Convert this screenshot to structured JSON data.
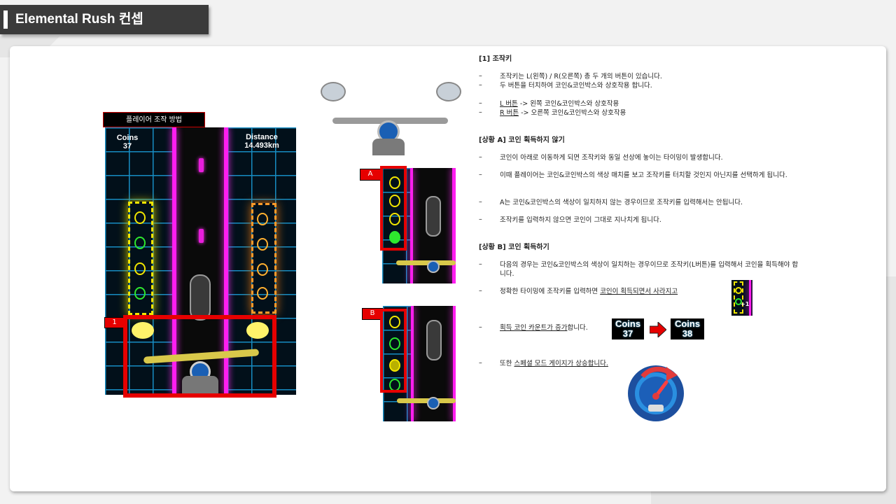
{
  "page_title": "Elemental Rush 컨셉",
  "illustration": {
    "label": "플레이어 조작 방법",
    "coins_label": "Coins",
    "coins_value": "37",
    "distance_label": "Distance",
    "distance_value": "14.493km",
    "tag_1": "1",
    "tag_a": "A",
    "tag_b": "B",
    "badge_before": {
      "label": "Coins",
      "value": "37"
    },
    "badge_after": {
      "label": "Coins",
      "value": "38"
    },
    "plus_one": "+1"
  },
  "colors": {
    "accent_red": "#e60000",
    "neon_magenta": "#ff1ef0",
    "grid_blue": "#1a9bd6",
    "coin_yellow": "#f2e600",
    "coin_green": "#2ee82e",
    "coin_orange": "#ff9a2a"
  },
  "section1": {
    "heading": "[1] 조작키",
    "b1": "조작키는 L(왼쪽) / R(오른쪽) 총 두 개의 버튼이 있습니다.",
    "b2": "두 버튼을 터치하여 코인&코인박스와 상호작용 합니다.",
    "b3_u": "L 버튼",
    "b3_rest": " -> 왼쪽 코인&코인박스와 상호작용",
    "b4_u": "R 버튼",
    "b4_rest": " -> 오른쪽 코인&코인박스와 상호작용"
  },
  "section2": {
    "heading": "[상황 A] 코인 획득하지 않기",
    "b1": "코인이 아래로 이동하게 되면 조작키와 동일 선상에 놓이는 타이밍이 발생합니다.",
    "b2": "이때 플레이어는 코인&코인박스의 색상 매치를 보고 조작키를 터치할 것인지 아닌지를 선택하게 됩니다.",
    "b3": "A는 코인&코인박스의 색상이 일치하지 않는 경우이므로 조작키를 입력해서는 안됩니다.",
    "b4": "조작키를 입력하지 않으면 코인이 그대로 지나치게 됩니다."
  },
  "section3": {
    "heading": "[상황 B] 코인 획득하기",
    "b1": "다음의 경우는 코인&코인박스의 색상이 일치하는 경우이므로 조작키(L버튼)를 입력해서 코인을 획득해야 합니다.",
    "b2_pre": "정확한 타이밍에 조작키를 입력하면 ",
    "b2_u": "코인이 획득되면서 사라지고",
    "b3_u": "획득 코인 카운트가 증가",
    "b3_post": "합니다.",
    "b4_pre": "또한 ",
    "b4_u": "스페셜 모드 게이지가 상승합니다."
  }
}
